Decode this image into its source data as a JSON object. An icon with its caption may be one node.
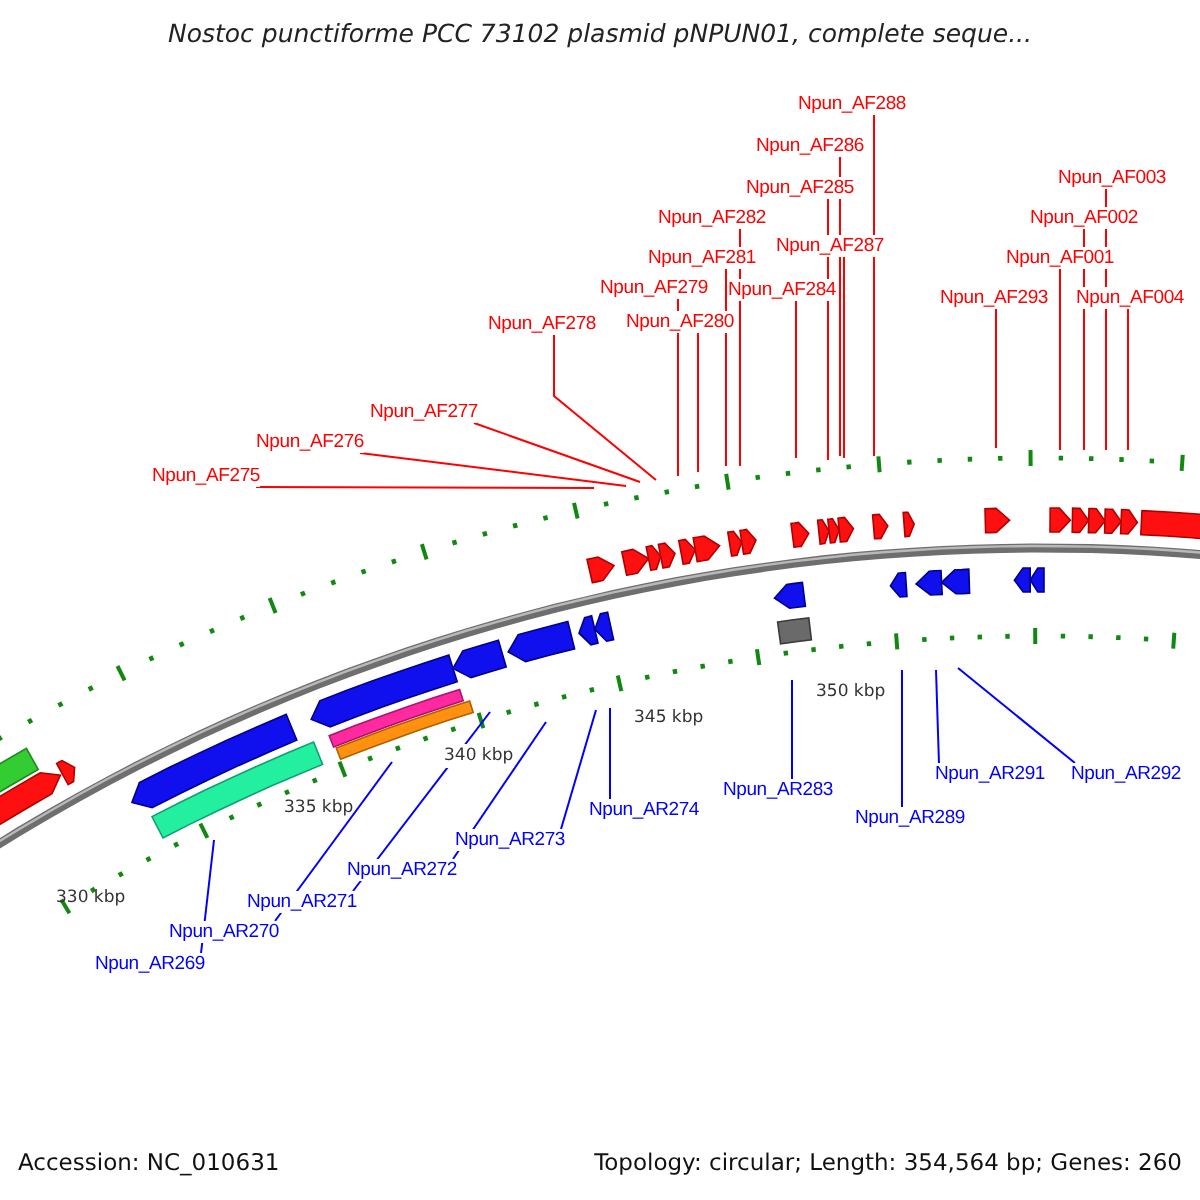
{
  "diagram": {
    "title": "Nostoc punctiforme PCC 73102 plasmid pNPUN01, complete seque...",
    "nodes": [
      {
        "text": [
          "Npun_AF288"
        ]
      },
      {
        "text": [
          "Npun_AF286"
        ]
      },
      {
        "text": [
          "Npun_AF003"
        ]
      },
      {
        "text": [
          "Npun_AF285"
        ]
      },
      {
        "text": [
          "Npun_AF282"
        ]
      },
      {
        "text": [
          "Npun_AF002"
        ]
      },
      {
        "text": [
          "Npun_AF287"
        ]
      },
      {
        "text": [
          "Npun_AF281"
        ]
      },
      {
        "text": [
          "Npun_AF001"
        ]
      },
      {
        "text": [
          "Npun_AF279"
        ]
      },
      {
        "text": [
          "Npun_AF284"
        ]
      },
      {
        "text": [
          "Npun_AF293"
        ]
      },
      {
        "text": [
          "Npun_AF004"
        ]
      },
      {
        "text": [
          "Npun_AF280"
        ]
      },
      {
        "text": [
          "Npun_AF278"
        ]
      },
      {
        "text": [
          "Npun_AF277"
        ]
      },
      {
        "text": [
          "Npun_AF276"
        ]
      },
      {
        "text": [
          "Npun_AF275"
        ]
      },
      {
        "text": [
          "Npun_AR291"
        ]
      },
      {
        "text": [
          "Npun_AR292"
        ]
      },
      {
        "text": [
          "Npun_AR283"
        ]
      },
      {
        "text": [
          "Npun_AR274"
        ]
      },
      {
        "text": [
          "Npun_AR289"
        ]
      },
      {
        "text": [
          "Npun_AR273"
        ]
      },
      {
        "text": [
          "Npun_AR272"
        ]
      },
      {
        "text": [
          "Npun_AR271"
        ]
      },
      {
        "text": [
          "Npun_AR270"
        ]
      },
      {
        "text": [
          "Npun_AR269"
        ]
      }
    ],
    "edges": [
      {
        "from": 0,
        "to": null,
        "arrow": "none"
      },
      {
        "from": 1,
        "to": null,
        "arrow": "none"
      },
      {
        "from": 2,
        "to": null,
        "arrow": "none"
      },
      {
        "from": 3,
        "to": null,
        "arrow": "none"
      },
      {
        "from": 4,
        "to": null,
        "arrow": "none"
      },
      {
        "from": 5,
        "to": null,
        "arrow": "none"
      },
      {
        "from": 6,
        "to": null,
        "arrow": "none"
      },
      {
        "from": 7,
        "to": null,
        "arrow": "none"
      },
      {
        "from": 8,
        "to": null,
        "arrow": "none"
      },
      {
        "from": 9,
        "to": null,
        "arrow": "none"
      },
      {
        "from": 10,
        "to": null,
        "arrow": "none"
      },
      {
        "from": 11,
        "to": null,
        "arrow": "none"
      },
      {
        "from": 12,
        "to": null,
        "arrow": "none"
      },
      {
        "from": 13,
        "to": null,
        "arrow": "none"
      },
      {
        "from": 14,
        "to": null,
        "arrow": "none"
      },
      {
        "from": 15,
        "to": null,
        "arrow": "none"
      },
      {
        "from": 16,
        "to": null,
        "arrow": "none"
      },
      {
        "from": 17,
        "to": null,
        "arrow": "none"
      },
      {
        "from": 18,
        "to": null,
        "arrow": "none",
        "color": "#0000ff"
      },
      {
        "from": 19,
        "to": null,
        "arrow": "none",
        "color": "#0000ff"
      },
      {
        "from": 20,
        "to": null,
        "arrow": "none",
        "color": "#0000ff"
      },
      {
        "from": 21,
        "to": null,
        "arrow": "none",
        "color": "#0000ff"
      },
      {
        "from": 22,
        "to": null,
        "arrow": "none",
        "color": "#0000ff"
      },
      {
        "from": 23,
        "to": null,
        "arrow": "none",
        "color": "#0000ff"
      },
      {
        "from": 24,
        "to": null,
        "arrow": "none",
        "color": "#0000ff"
      },
      {
        "from": 25,
        "to": null,
        "arrow": "none",
        "color": "#0000ff"
      },
      {
        "from": 26,
        "to": null,
        "arrow": "none",
        "color": "#0000ff"
      },
      {
        "from": 27,
        "to": null,
        "arrow": "none",
        "color": "#0000ff"
      }
    ],
    "labels": [
      "330 kbp",
      "335 kbp",
      "340 kbp",
      "345 kbp",
      "350 kbp",
      "Accession: NC_010631",
      "Topology: circular; Length: 354,564 bp; Genes: 260"
    ]
  }
}
